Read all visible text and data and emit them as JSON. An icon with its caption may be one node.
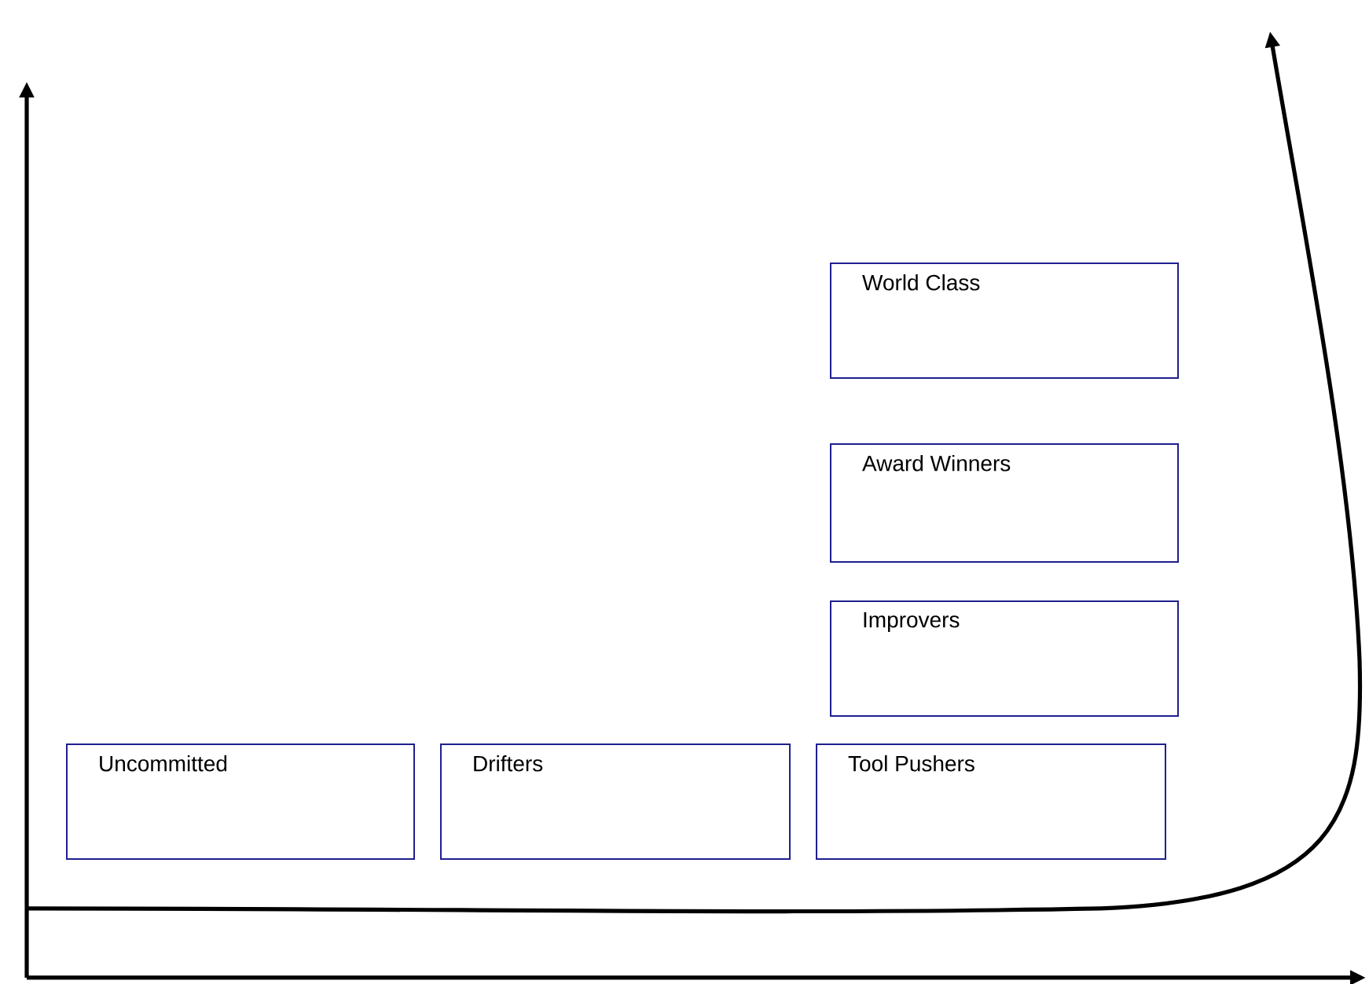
{
  "diagram": {
    "nodes": [
      {
        "text": [
          "World Class"
        ]
      },
      {
        "text": [
          "Award Winners"
        ]
      },
      {
        "text": [
          "Improvers"
        ]
      },
      {
        "text": [
          "Uncommitted"
        ]
      },
      {
        "text": [
          "Drifters"
        ]
      },
      {
        "text": [
          "Tool Pushers"
        ]
      }
    ]
  }
}
